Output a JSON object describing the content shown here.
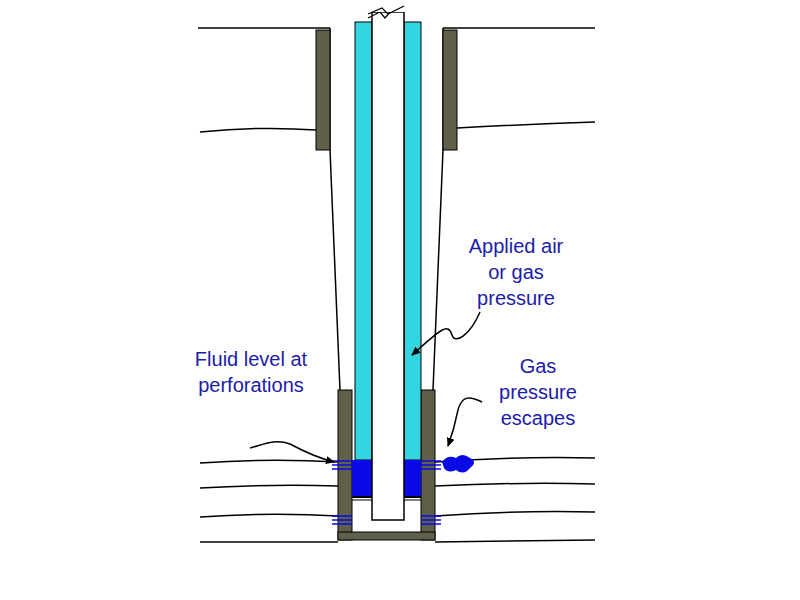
{
  "diagram": {
    "labels": [
      "Applied air or gas pressure",
      "Fluid level at perforations",
      "Gas pressure escapes"
    ]
  }
}
